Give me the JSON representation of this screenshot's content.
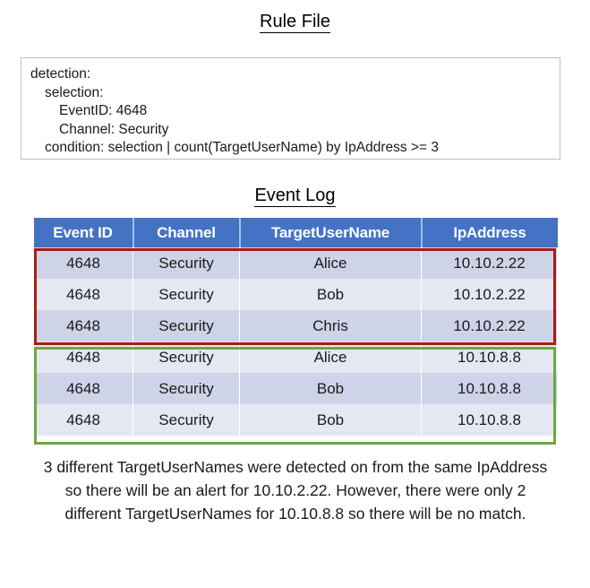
{
  "rule_section": {
    "title": "Rule File",
    "lines": [
      {
        "text": "detection:",
        "indent": 0
      },
      {
        "text": "selection:",
        "indent": 1
      },
      {
        "text": "EventID: 4648",
        "indent": 2
      },
      {
        "text": "Channel: Security",
        "indent": 2
      },
      {
        "text": "condition: selection | count(TargetUserName) by IpAddress >= 3",
        "indent": 1
      }
    ]
  },
  "event_section": {
    "title": "Event Log",
    "columns": [
      "Event ID",
      "Channel",
      "TargetUserName",
      "IpAddress"
    ],
    "rows": [
      {
        "event_id": "4648",
        "channel": "Security",
        "user": "Alice",
        "ip": "10.10.2.22",
        "shade": "dark"
      },
      {
        "event_id": "4648",
        "channel": "Security",
        "user": "Bob",
        "ip": "10.10.2.22",
        "shade": "light"
      },
      {
        "event_id": "4648",
        "channel": "Security",
        "user": "Chris",
        "ip": "10.10.2.22",
        "shade": "dark"
      },
      {
        "event_id": "4648",
        "channel": "Security",
        "user": "Alice",
        "ip": "10.10.8.8",
        "shade": "light"
      },
      {
        "event_id": "4648",
        "channel": "Security",
        "user": "Bob",
        "ip": "10.10.8.8",
        "shade": "dark"
      },
      {
        "event_id": "4648",
        "channel": "Security",
        "user": "Bob",
        "ip": "10.10.8.8",
        "shade": "light"
      }
    ],
    "highlights": [
      {
        "name": "match-group-10-10-2-22",
        "color": "#a91d13",
        "rows": [
          0,
          1,
          2
        ]
      },
      {
        "name": "no-match-group-10-10-8-8",
        "color": "#6aaa3f",
        "rows": [
          3,
          4,
          5
        ]
      }
    ]
  },
  "caption": {
    "text": "3 different TargetUserNames were detected on from the same IpAddress so there will be an alert for 10.10.2.22. However, there were only 2 different TargetUserNames for 10.10.8.8 so there will be no match."
  },
  "colors": {
    "header_blue": "#4472c4",
    "row_dark": "#ced3e7",
    "row_light": "#e5e8f3",
    "match_red": "#a91d13",
    "no_match_green": "#6aaa3f",
    "box_border": "#bfbfbf"
  }
}
